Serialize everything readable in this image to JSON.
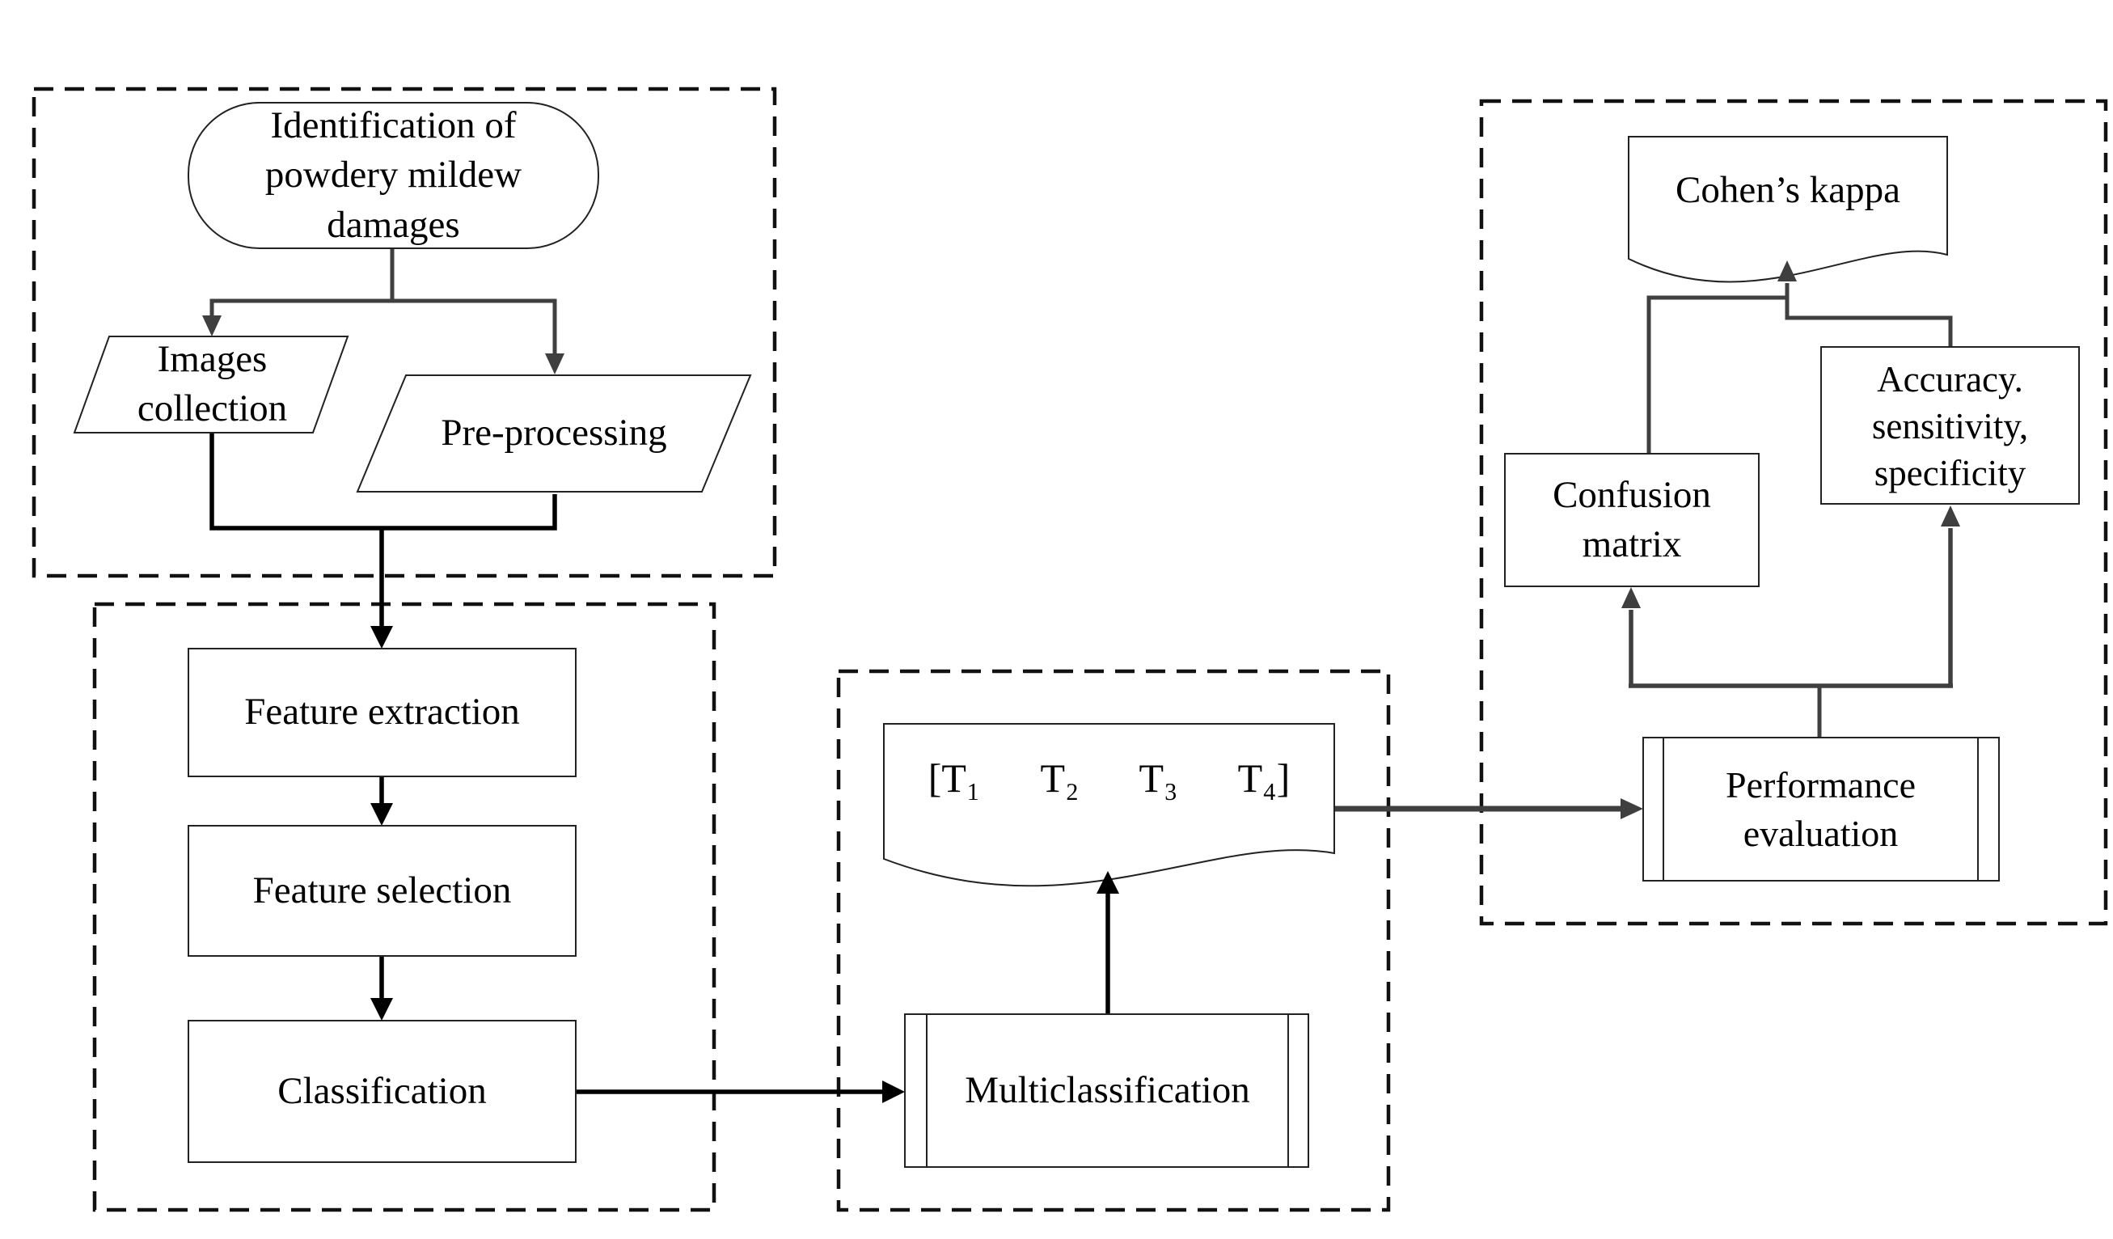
{
  "figure": {
    "background": "#ffffff",
    "colors": {
      "shape_border": "#222222",
      "dashed_border": "#111111",
      "connector_black": "#000000",
      "connector_gray": "#3f3f3f",
      "text": "#000000"
    },
    "nodes": {
      "identification": {
        "label": "Identification of powdery mildew damages",
        "shape": "terminator"
      },
      "images_collection": {
        "label": "Images collection",
        "shape": "parallelogram"
      },
      "pre_processing": {
        "label": "Pre-processing",
        "shape": "parallelogram"
      },
      "feature_extraction": {
        "label": "Feature extraction",
        "shape": "process"
      },
      "feature_selection": {
        "label": "Feature selection",
        "shape": "process"
      },
      "classification": {
        "label": "Classification",
        "shape": "process"
      },
      "t_vector": {
        "label": "[T₁      T₂      T₃      T₄]",
        "shape": "document"
      },
      "multiclassification": {
        "label": "Multiclassification",
        "shape": "predefined-process"
      },
      "cohens_kappa": {
        "label": "Cohen’s kappa",
        "shape": "document"
      },
      "confusion_matrix": {
        "label": "Confusion matrix",
        "shape": "process"
      },
      "accuracy_metrics": {
        "label": "Accuracy. sensitivity, specificity",
        "shape": "process"
      },
      "performance_evaluation": {
        "label": "Performance evaluation",
        "shape": "predefined-process"
      }
    },
    "connections": [
      {
        "from": "identification",
        "to": "images_collection"
      },
      {
        "from": "identification",
        "to": "pre_processing"
      },
      {
        "from": "images_collection",
        "to": "feature_extraction"
      },
      {
        "from": "pre_processing",
        "to": "feature_extraction"
      },
      {
        "from": "feature_extraction",
        "to": "feature_selection"
      },
      {
        "from": "feature_selection",
        "to": "classification"
      },
      {
        "from": "classification",
        "to": "multiclassification"
      },
      {
        "from": "multiclassification",
        "to": "t_vector"
      },
      {
        "from": "t_vector",
        "to": "performance_evaluation"
      },
      {
        "from": "performance_evaluation",
        "to": "confusion_matrix"
      },
      {
        "from": "performance_evaluation",
        "to": "accuracy_metrics"
      },
      {
        "from": "confusion_matrix",
        "to": "cohens_kappa"
      },
      {
        "from": "accuracy_metrics",
        "to": "cohens_kappa"
      }
    ]
  }
}
